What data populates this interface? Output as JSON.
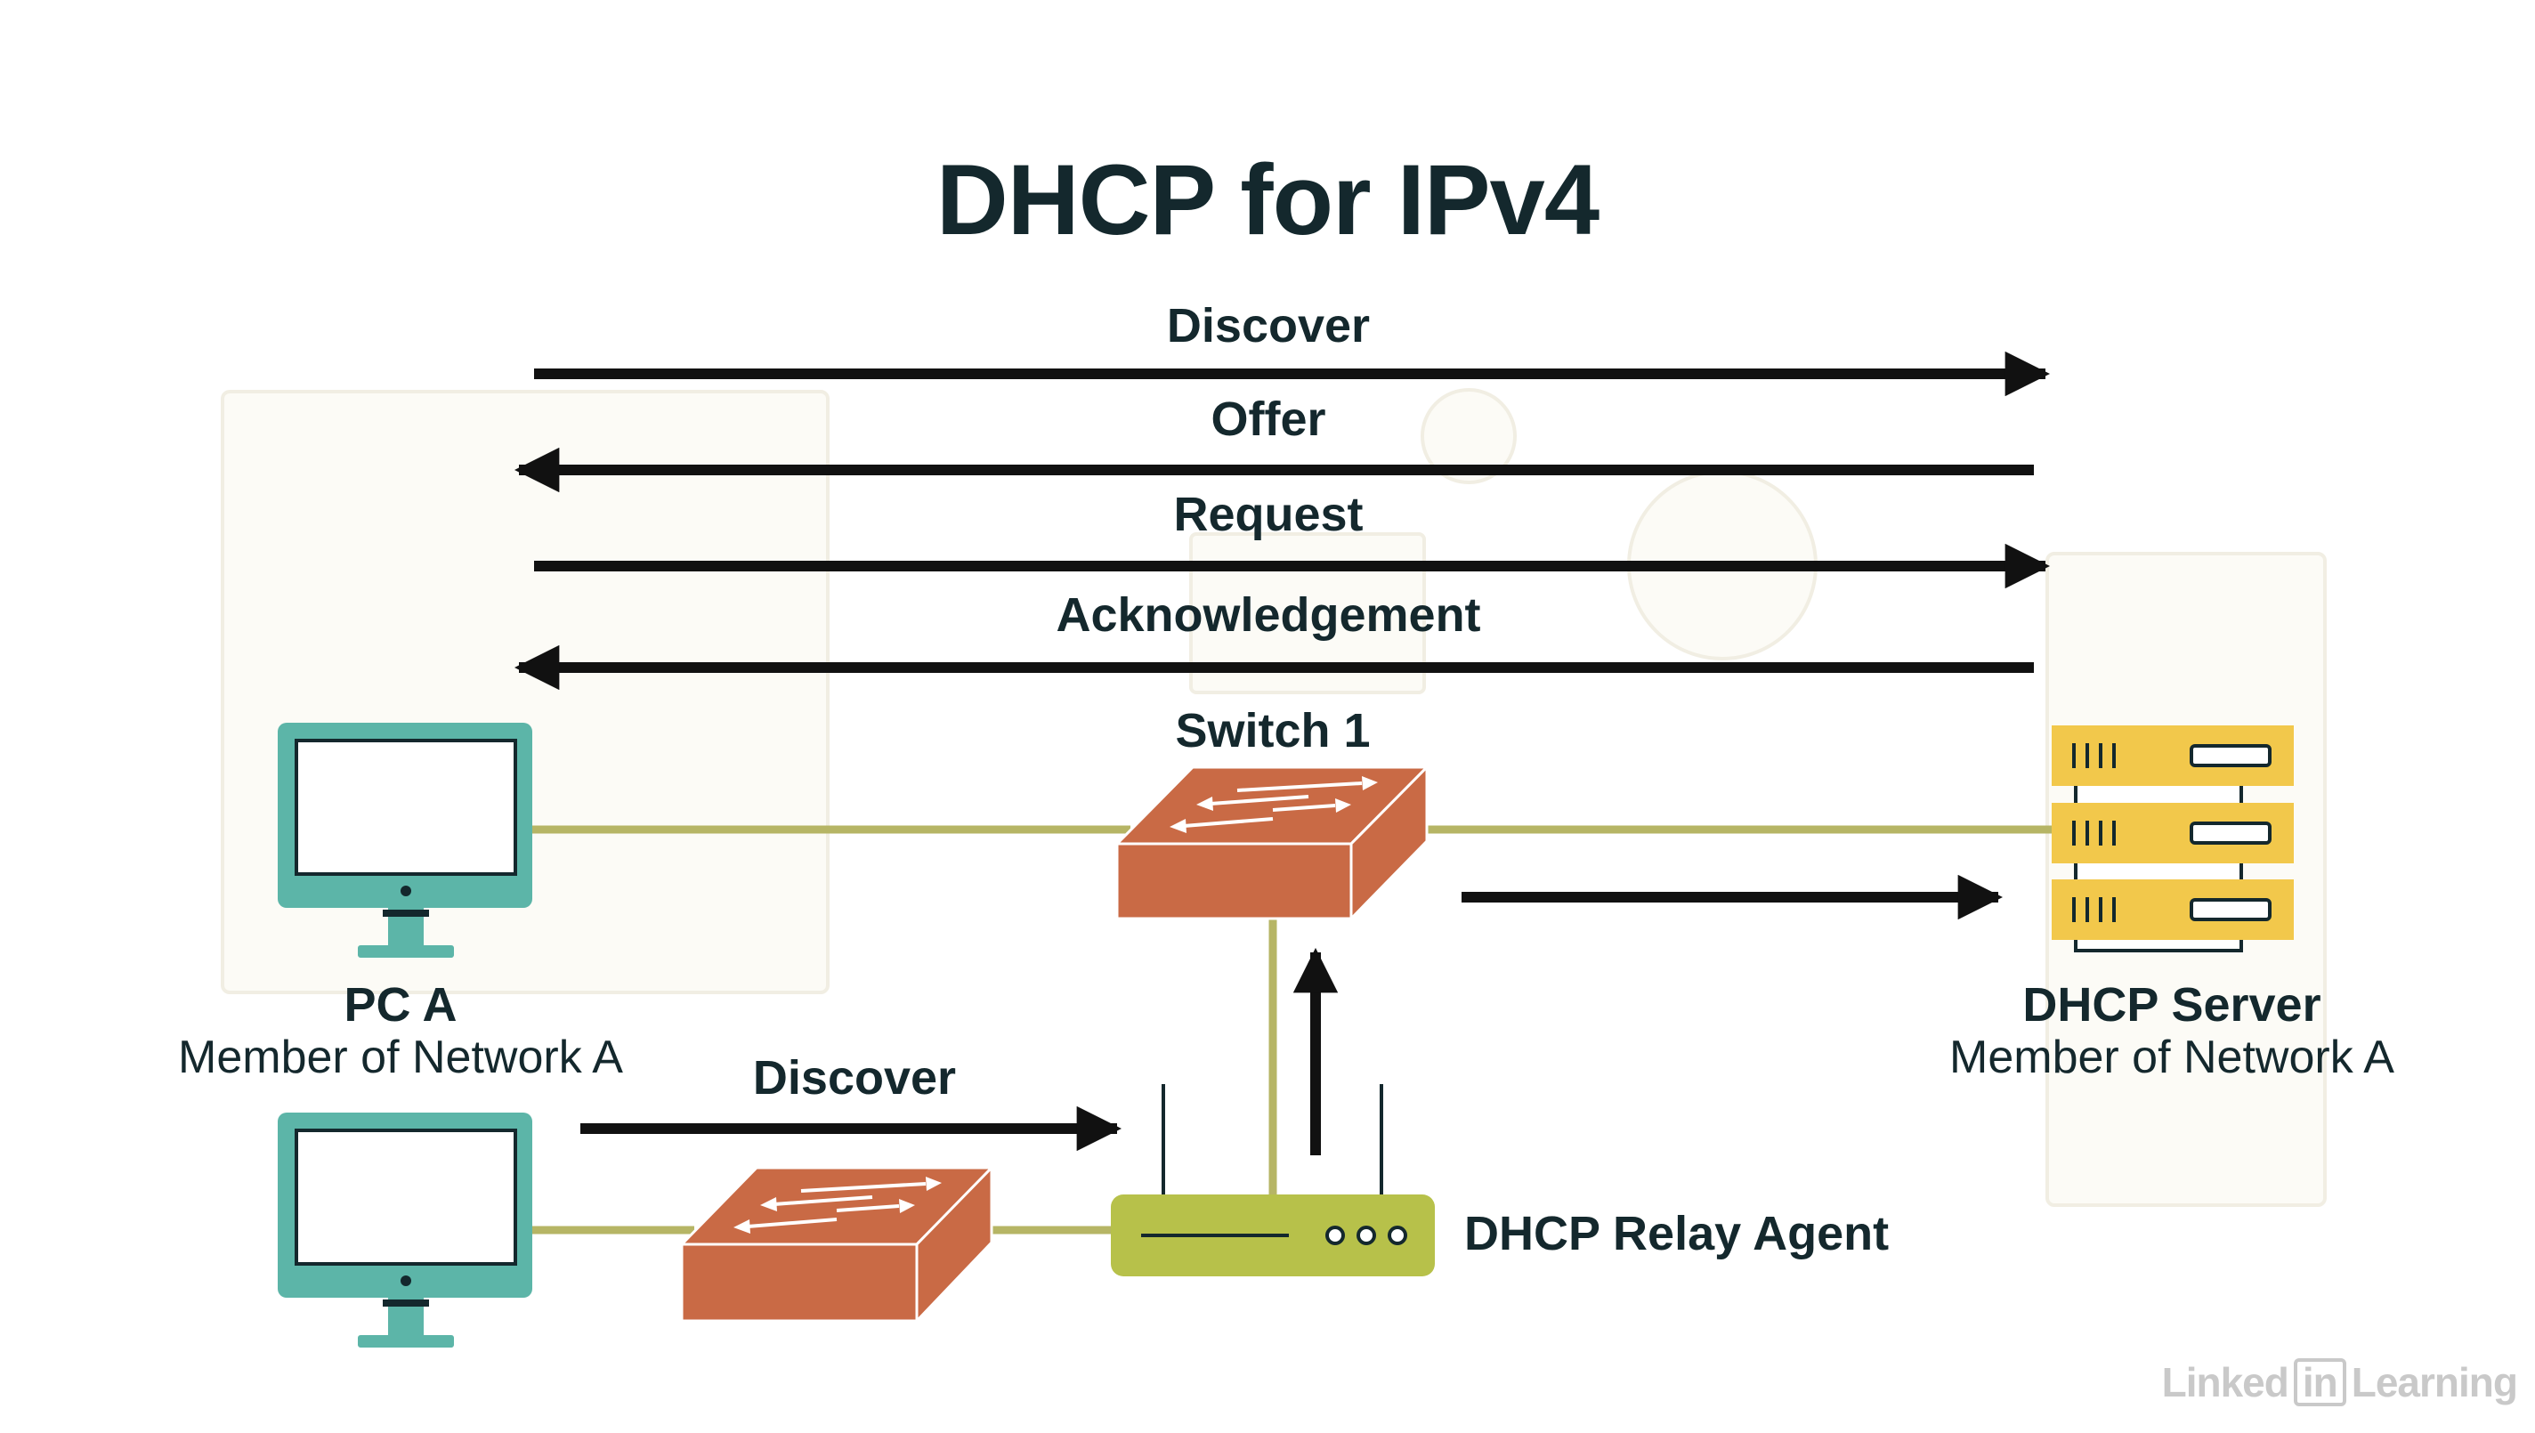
{
  "title": "DHCP for IPv4",
  "messages": {
    "discover": "Discover",
    "offer": "Offer",
    "request": "Request",
    "acknowledgement": "Acknowledgement"
  },
  "nodes": {
    "switch1": "Switch 1",
    "pc_a_name": "PC A",
    "pc_a_sub": "Member of Network A",
    "server_name": "DHCP Server",
    "server_sub": "Member of Network A",
    "relay": "DHCP Relay Agent",
    "lower_discover": "Discover"
  },
  "watermark": {
    "brand_left": "Linked",
    "brand_in": "in",
    "brand_right": "Learning"
  },
  "colors": {
    "title": "#14282d",
    "monitor": "#5cb5a8",
    "switch": "#c96a45",
    "server": "#f2c84b",
    "relay": "#b7c14a",
    "link": "#b6b565",
    "arrow": "#111111"
  }
}
